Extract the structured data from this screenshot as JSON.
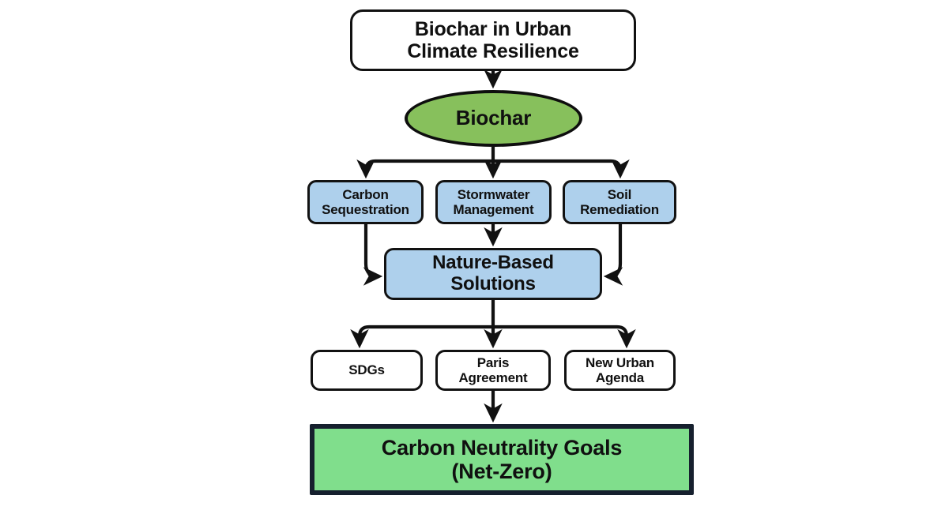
{
  "diagram": {
    "title": "Biochar in Urban Climate Resilience",
    "colors": {
      "biochar_green": "#87c05c",
      "function_blue": "#aed0ec",
      "goal_green": "#80de8c",
      "goal_border": "#16202e",
      "stroke": "#111111",
      "background": "#ffffff",
      "text": "#101010"
    },
    "nodes": {
      "title": {
        "label": "Biochar in Urban\nClimate Resilience",
        "shape": "rounded-rectangle",
        "fill": "#ffffff"
      },
      "biochar": {
        "label": "Biochar",
        "shape": "ellipse",
        "fill": "#87c05c"
      },
      "functions": [
        {
          "label": "Carbon\nSequestration",
          "shape": "rounded-rectangle",
          "fill": "#aed0ec"
        },
        {
          "label": "Stormwater\nManagement",
          "shape": "rounded-rectangle",
          "fill": "#aed0ec"
        },
        {
          "label": "Soil\nRemediation",
          "shape": "rounded-rectangle",
          "fill": "#aed0ec"
        }
      ],
      "nature_based_solutions": {
        "label": "Nature-Based\nSolutions",
        "shape": "rounded-rectangle",
        "fill": "#aed0ec"
      },
      "frameworks": [
        {
          "label": "SDGs",
          "shape": "rounded-rectangle",
          "fill": "#ffffff"
        },
        {
          "label": "Paris\nAgreement",
          "shape": "rounded-rectangle",
          "fill": "#ffffff"
        },
        {
          "label": "New Urban\nAgenda",
          "shape": "rounded-rectangle",
          "fill": "#ffffff"
        }
      ],
      "goal": {
        "label": "Carbon Neutrality Goals\n(Net-Zero)",
        "shape": "rectangle",
        "fill": "#80de8c"
      }
    },
    "edges": [
      {
        "from": "title",
        "to": "biochar",
        "style": "straight-arrow"
      },
      {
        "from": "biochar",
        "to": "carbon-sequestration",
        "style": "elbow-arrow"
      },
      {
        "from": "biochar",
        "to": "stormwater-management",
        "style": "straight-arrow"
      },
      {
        "from": "biochar",
        "to": "soil-remediation",
        "style": "elbow-arrow"
      },
      {
        "from": "carbon-sequestration",
        "to": "nature-based-solutions",
        "style": "elbow-arrow"
      },
      {
        "from": "stormwater-management",
        "to": "nature-based-solutions",
        "style": "straight-arrow"
      },
      {
        "from": "soil-remediation",
        "to": "nature-based-solutions",
        "style": "elbow-arrow"
      },
      {
        "from": "nature-based-solutions",
        "to": "sdgs",
        "style": "elbow-arrow"
      },
      {
        "from": "nature-based-solutions",
        "to": "paris-agreement",
        "style": "straight-arrow"
      },
      {
        "from": "nature-based-solutions",
        "to": "new-urban-agenda",
        "style": "elbow-arrow"
      },
      {
        "from": "paris-agreement",
        "to": "goal",
        "style": "straight-arrow"
      }
    ]
  }
}
